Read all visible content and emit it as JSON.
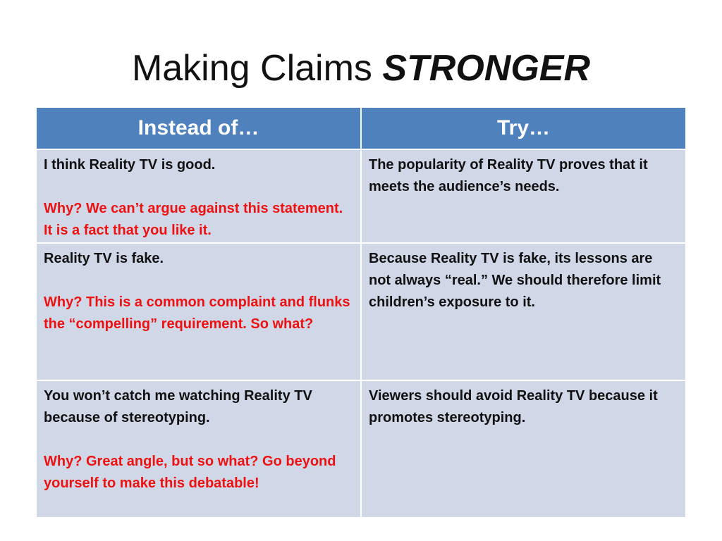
{
  "slide": {
    "title_plain": "Making Claims ",
    "title_emphasis": "STRONGER"
  },
  "table": {
    "headers": [
      "Instead of…",
      "Try…"
    ],
    "rows": [
      {
        "instead": "I think Reality TV is good.",
        "why": "Why? We can’t argue against this statement.  It is a fact that you like it.",
        "try": "The popularity of Reality TV proves that it meets the audience’s needs."
      },
      {
        "instead": "Reality TV is fake.",
        "why": "Why? This is a common complaint and flunks the “compelling” requirement.   So what?",
        "try": "Because Reality TV is fake, its lessons are not always “real.” We should therefore limit children’s exposure to it."
      },
      {
        "instead": "You won’t catch me watching Reality TV because of stereotyping.",
        "why": "Why? Great angle, but so what?  Go beyond yourself to make this debatable!",
        "try": "Viewers should avoid Reality TV because it promotes stereotyping."
      }
    ]
  },
  "colors": {
    "header_bg": "#4f81bd",
    "cell_bg": "#d0d8e8",
    "why_text": "#ee1111"
  }
}
